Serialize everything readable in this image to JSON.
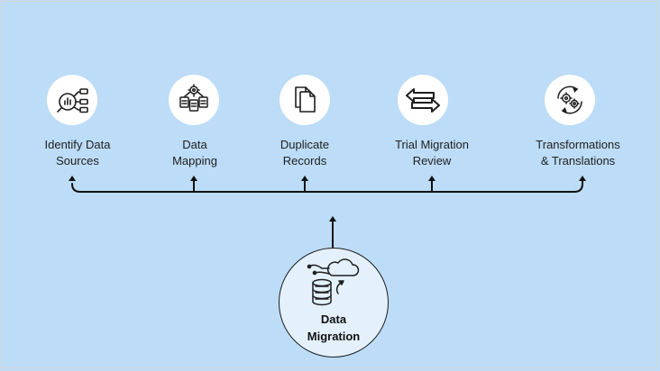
{
  "steps": [
    {
      "icon": "data-search-icon",
      "label_lines": [
        "Identify Data",
        "Sources"
      ]
    },
    {
      "icon": "document-mapping-icon",
      "label_lines": [
        "Data",
        "Mapping"
      ]
    },
    {
      "icon": "duplicate-files-icon",
      "label_lines": [
        "Duplicate",
        "Records"
      ]
    },
    {
      "icon": "bidirectional-arrows-icon",
      "label_lines": [
        "Trial Migration",
        "Review"
      ]
    },
    {
      "icon": "transform-gear-icon",
      "label_lines": [
        "Transformations",
        "& Translations"
      ]
    }
  ],
  "center": {
    "icon": "cloud-database-migration-icon",
    "label_lines": [
      "Data",
      "Migration"
    ]
  },
  "colors": {
    "background": "#bcdcf7",
    "circle": "#ffffff",
    "hub_fill": "#e4f1fd",
    "line": "#111111"
  }
}
